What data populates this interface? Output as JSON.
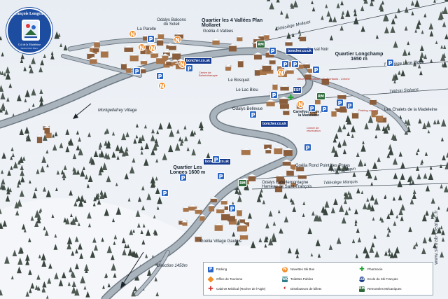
{
  "logo": {
    "title": "St François Longchamp",
    "subtitle": "Col de la Madeleine",
    "tagline": "Savoie Mont Blanc"
  },
  "quarters": {
    "plan_mollaret": "Quartier les 4 Vallées Plan Mollaret",
    "longchamp": "Quartier Longchamp 1650 m",
    "les_longes": "Quartier Les Longes 1600 m"
  },
  "places": {
    "odalys_balcons": "Odalys Balcons du Soleil",
    "la_parelle": "La Parelle",
    "goelia_4_vallees": "Goélia 4 Vallées",
    "cheval_noir": "Cheval Noir",
    "centre_balneo": "Centre de Balnéothérapie",
    "le_bosquet": "Le Bosquet",
    "le_lac_bleu": "Le Lac Bleu",
    "odalys_bellevue": "Odalys Bellevue",
    "carrefour_place": "Carrefour Place de la Madeleine",
    "les_chalets": "Les Chalets de la Madeleine",
    "goelia_rond_point": "Goélia Rond Point des Pistes",
    "odalys_labellemontagne": "Odalys Labellemontagne Hameau de Saint-François",
    "goelia_village_gaulois": "Goélia Village Gaulois",
    "montgellafrey_village": "Montgellafrey Village",
    "direction_1450": "Direction 1450m",
    "office_tourisme": "Office de Tourisme - Club enfants - Crèche",
    "centre_reservation": "Centre de réservation",
    "parking_couvert": "Parking couvert"
  },
  "lifts": {
    "mollaret": "Télésiège Mollaret",
    "lune_bleue": "Télésiège Lune Bleue",
    "slaloms": "Téléski Slaloms",
    "sapin": "Téléski Sapin",
    "marquis": "Télésiège Marquis"
  },
  "booking_tags": [
    "boncher.co.uk",
    "boncher.co.uk",
    "boncher.co.uk",
    "boncher.co.uk"
  ],
  "legend": {
    "parking": "Parking",
    "office": "Office de Tourisme",
    "medical": "Cabinet Médical (Rocher de l'Aigle)",
    "navettes": "Navettes Ski Bus",
    "toilettes": "Toilettes Publics",
    "distributeurs": "Distributeurs de billets",
    "pharmacie": "Pharmacie",
    "esf": "Ecole du Ski Français",
    "remontees": "Remontées Mécaniques"
  },
  "credit": "www.skitrab-creation.fr",
  "colors": {
    "road": "#8e9aa4",
    "snow": "#f2f5f9",
    "forest": "#3e4a44",
    "parking": "#2b66c4",
    "navette": "#f28c28",
    "rm": "#2d6b3a",
    "pharmacie": "#1fa133",
    "medical": "#d62f2f",
    "logo_blue": "#1d4da0"
  }
}
